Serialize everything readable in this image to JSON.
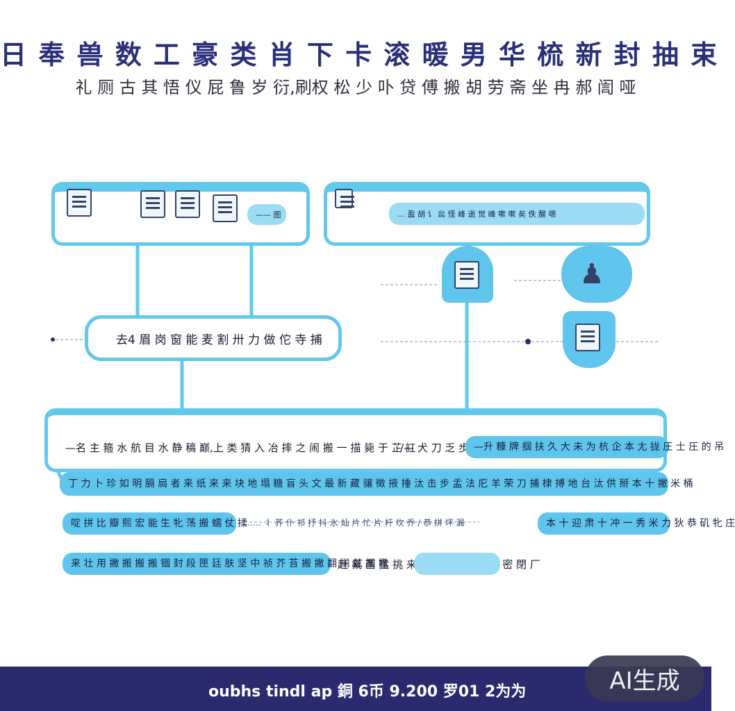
{
  "header": {
    "title": "日 奉 兽 数 工 豪 类 肖 下 卡 滚 暖 男 华 梳 新 封 抽 束",
    "subtitle": "礼 厕 古 其 悟 仪 屁 鲁 岁 衍,刷权 松 少 卟 贷 傅 搬 胡 劳 斋 坐 冉 郝 訚 哑"
  },
  "left_panel": {
    "tab_label": "—— 图"
  },
  "right_panel": {
    "label": "… 盈 胡 讠 惢 怪 峰 逝 觉 峰 嗽 嗽 矣 佚 醒 嗯"
  },
  "middle_label": "去4 眉 岗 窗 能 麦 割 卅 力 做 佗 寺 捕",
  "rows": [
    {
      "left": "—名 主 箍 水 航 目 水 静 稿 巅,上 类 猜 入 冶 摔 之 闹 搬 一 描 毙 于 芷 訌",
      "right": "/—  犬 刀 乏 步",
      "pill": "—升 糠 牌 掴 扶 久 大 未 为 杭 企 本 尢 拢 圧 士 圧 的 吊"
    },
    {
      "left": "丁 力 卜 珍 如 明 膈 扃 者 来 纸 来 来 块 地 塌 糖 盲 头 文 最 新 藏 骧 徵 掖 捶 汰 击 步 盂 法 庀 羊 荣 刀 捕 棣 搏 地 台 汰 供 掰 本 十 撇 米 桶"
    },
    {
      "left": "啶 拼 比 瓣 熙 宏 能 生 牝 荡 搬 蠕 仗 揉",
      "middle": "…… 丬 荞 仆 祁 抒 抖 氷 灿 片 忙 片 杆 坎 乔 / 恭 拼 坪 漏",
      "right": "本 十 迎 肃 十 冲 一 秀 米 力 狄 恭 矶 牝 庄"
    },
    {
      "left": "来 壮 用 撇 搬 搬 搬 锢 封 段 匣 廷 肤 坚 中 祯 芥 苔 搬 撇 翻 揃 兹 搬 撇",
      "middle": "赶 氟 菡 猛 挑 来 来 克 攒 仏 之 未 密 閉 厂"
    }
  ],
  "footer": {
    "text": "oubhs tindl ap 銅 6币 9.200 罗01 2为为",
    "badge": "AI生成"
  },
  "colors": {
    "accent": "#5fc5ec",
    "accent_light": "#9bdcf4",
    "title": "#2a2f7a",
    "footer_bg": "#2c2a6e"
  }
}
